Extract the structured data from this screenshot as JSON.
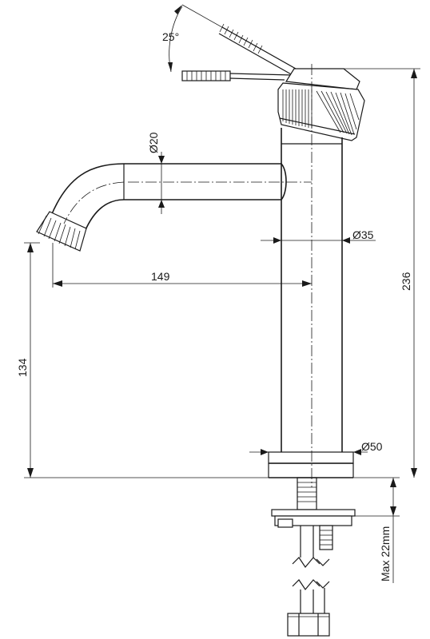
{
  "dimensions": {
    "angle": "25°",
    "outlet_diameter": "Ø20",
    "body_diameter": "Ø35",
    "spout_reach": "149",
    "spout_height": "134",
    "total_height": "236",
    "base_diameter": "Ø50",
    "max_thickness": "Max 22mm"
  }
}
